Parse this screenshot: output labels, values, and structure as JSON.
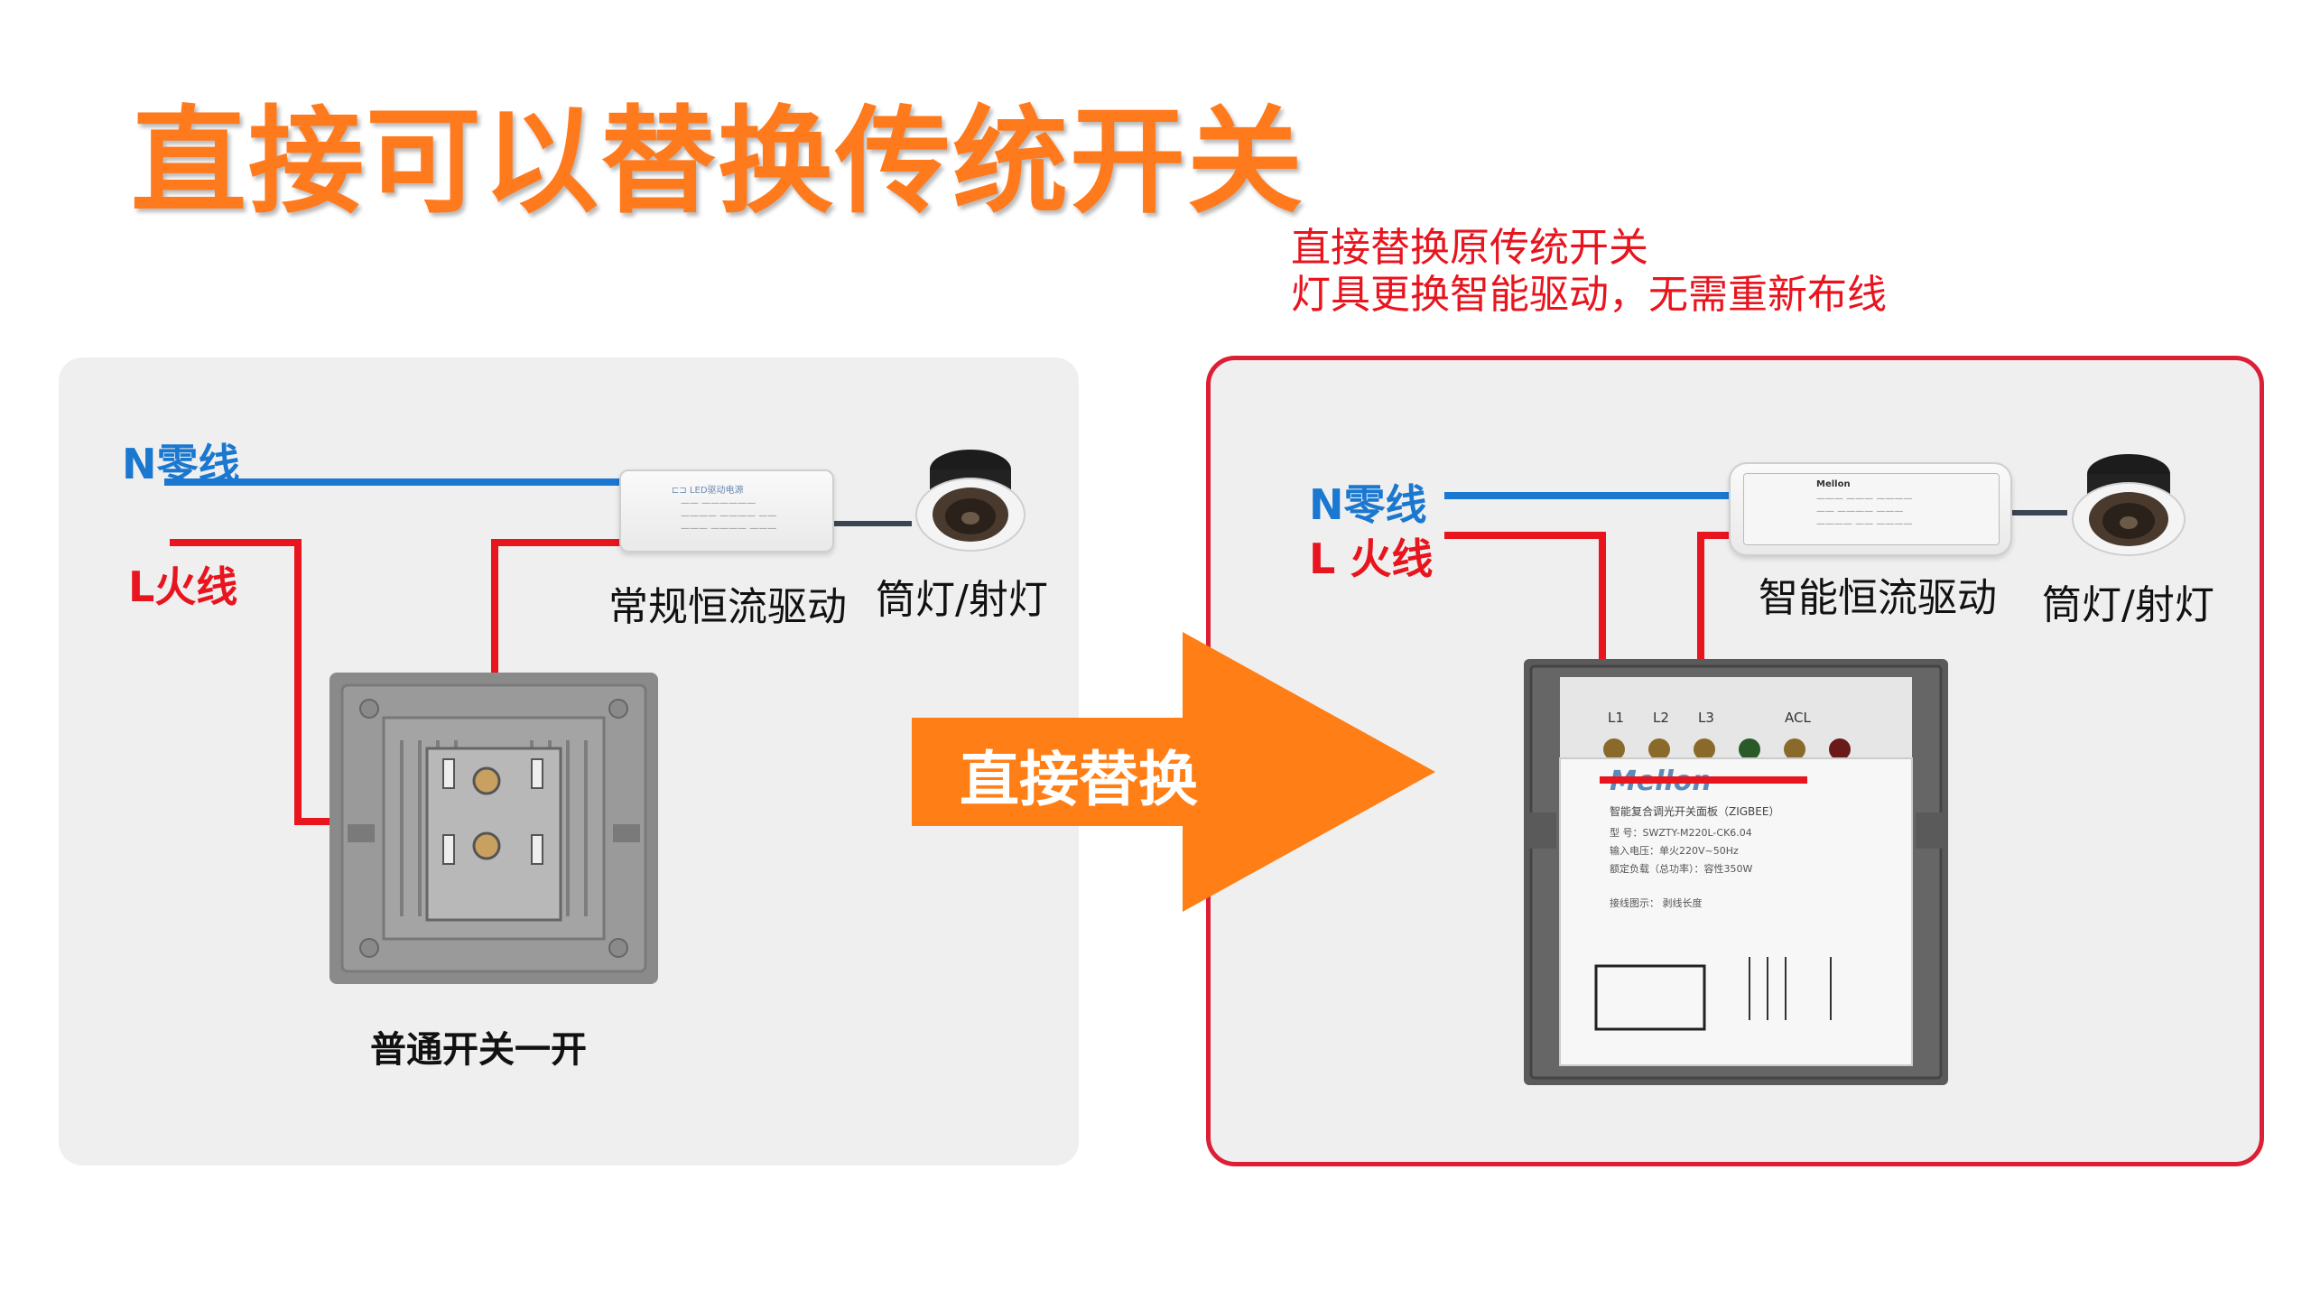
{
  "title": "直接可以替换传统开关",
  "note": {
    "line1": "直接替换原传统开关",
    "line2": "灯具更换智能驱动，无需重新布线"
  },
  "left_panel": {
    "n_label": "N零线",
    "l_label": "L火线",
    "driver_label": "常规恒流驱动",
    "lamp_label": "筒灯/射灯",
    "switch_label": "普通开关一开"
  },
  "arrow": {
    "label": "直接替换"
  },
  "right_panel": {
    "n_label": "N零线",
    "l_label": "L 火线",
    "driver_label": "智能恒流驱动",
    "lamp_label": "筒灯/射灯",
    "brand": "Mellon",
    "terminals": [
      "L1",
      "L2",
      "L3",
      "ACL"
    ],
    "switch_specs": [
      "智能复合调光开关面板（ZIGBEE）",
      "型    号：SWZTY-M220L-CK6.04",
      "输入电压：单火220V~50Hz",
      "额定负载（总功率）：容性350W",
      "接线图示：   剥线长度"
    ]
  },
  "colors": {
    "title": "#ff7a1c",
    "neutral_wire": "#1a78d0",
    "live_wire": "#e8141e",
    "arrow": "#ff7f16",
    "highlight_border": "#dc1f36",
    "panel_bg": "#efefef"
  },
  "icons": [
    "right-arrow-icon",
    "downlight-icon",
    "led-driver-icon",
    "wall-switch-icon"
  ]
}
